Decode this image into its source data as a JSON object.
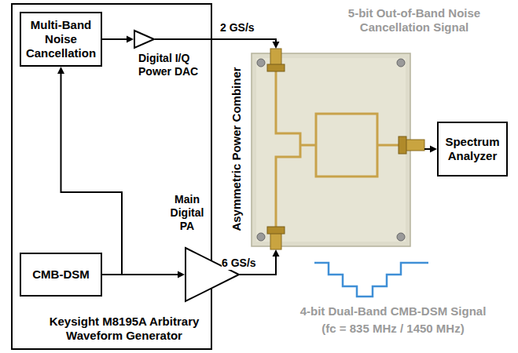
{
  "diagram": {
    "nodes": [
      {
        "text": [
          "Keysight M8195A Arbitrary Waveform Generator"
        ]
      },
      {
        "text": [
          "Multi-Band Noise Cancellation"
        ],
        "in": 0
      },
      {
        "text": [
          "Digital I/Q Power DAC"
        ],
        "in": 0
      },
      {
        "text": [
          "Main Digital PA"
        ],
        "in": 0
      },
      {
        "text": [
          "CMB-DSM"
        ],
        "in": 0
      },
      {
        "text": [
          "Asymmetric Power Combiner"
        ]
      },
      {
        "text": [
          "Spectrum Analyzer"
        ]
      }
    ],
    "edges": [
      {
        "from": 1,
        "to": 2,
        "arrow": "to"
      },
      {
        "from": 2,
        "to": 5,
        "label": "2 GS/s",
        "arrow": "to"
      },
      {
        "from": 4,
        "to": 3,
        "arrow": "to"
      },
      {
        "from": 4,
        "to": 1,
        "arrow": "to"
      },
      {
        "from": 3,
        "to": 5,
        "label": "6 GS/s",
        "arrow": "to"
      },
      {
        "from": 5,
        "to": 6,
        "arrow": "to"
      }
    ],
    "labels": [
      "5-bit Out-of-Band Noise Cancellation Signal",
      "4-bit Dual-Band CMB-DSM Signal",
      "(fc = 835 MHz / 1450 MHz)"
    ]
  }
}
